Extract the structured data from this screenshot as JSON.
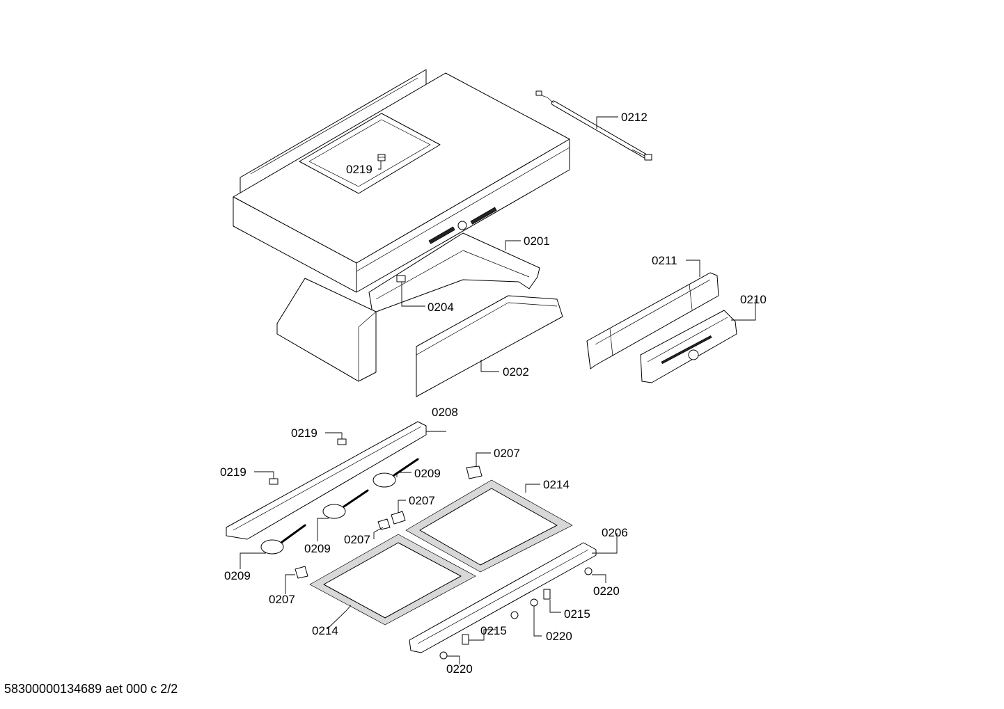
{
  "callouts": {
    "c0212": "0212",
    "c0219_top": "0219",
    "c0201": "0201",
    "c0211": "0211",
    "c0210": "0210",
    "c0204": "0204",
    "c0202": "0202",
    "c0208": "0208",
    "c0219_a": "0219",
    "c0219_b": "0219",
    "c0207_a": "0207",
    "c0209_a": "0209",
    "c0214_a": "0214",
    "c0207_b": "0207",
    "c0207_c": "0207",
    "c0209_b": "0209",
    "c0206": "0206",
    "c0209_c": "0209",
    "c0207_d": "0207",
    "c0220_a": "0220",
    "c0215_a": "0215",
    "c0214_b": "0214",
    "c0220_b": "0220",
    "c0215_b": "0215",
    "c0220_c": "0220"
  },
  "footer": {
    "document_id": "58300000134689 aet 000 c 2/2"
  }
}
